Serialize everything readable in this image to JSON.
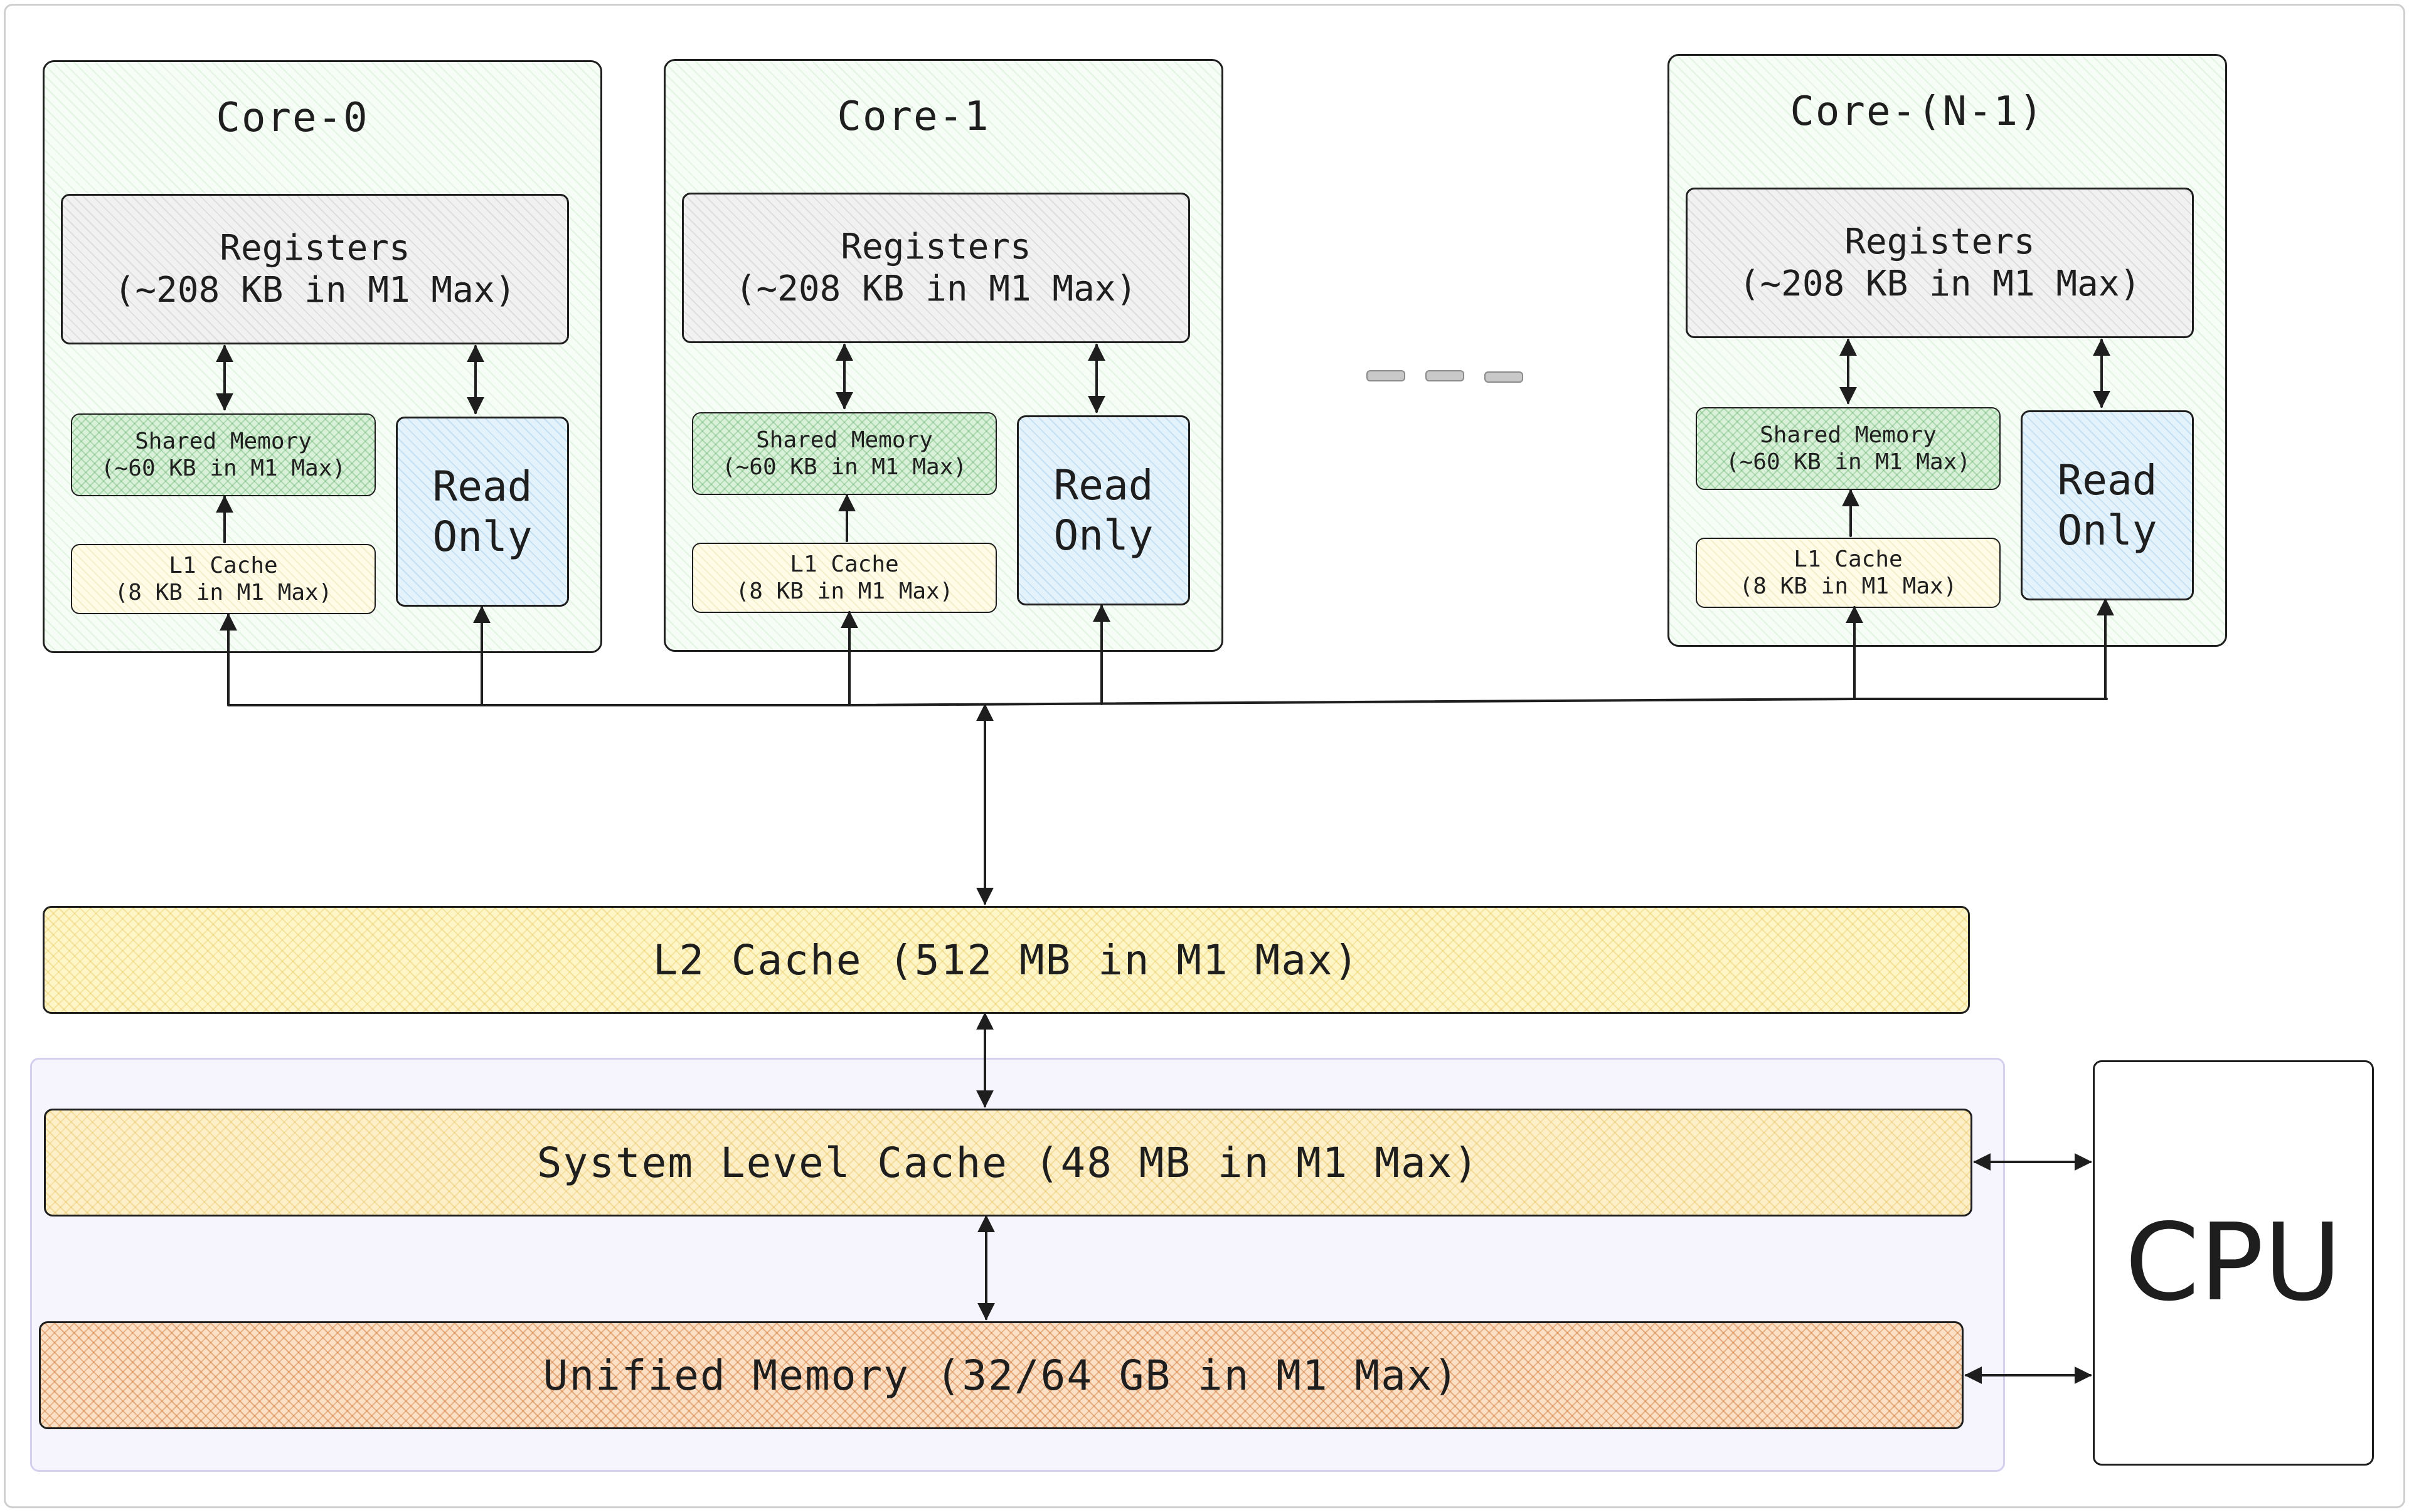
{
  "cores": [
    {
      "title": "Core-0",
      "registers": [
        "Registers",
        "(~208 KB in M1 Max)"
      ],
      "shared_memory": [
        "Shared Memory",
        "(~60 KB in M1 Max)"
      ],
      "l1_cache": [
        "L1 Cache",
        "(8 KB in M1 Max)"
      ],
      "read_only": [
        "Read",
        "Only"
      ]
    },
    {
      "title": "Core-1",
      "registers": [
        "Registers",
        "(~208 KB in M1 Max)"
      ],
      "shared_memory": [
        "Shared Memory",
        "(~60 KB in M1 Max)"
      ],
      "l1_cache": [
        "L1 Cache",
        "(8 KB in M1 Max)"
      ],
      "read_only": [
        "Read",
        "Only"
      ]
    },
    {
      "title": "Core-(N-1)",
      "registers": [
        "Registers",
        "(~208 KB in M1 Max)"
      ],
      "shared_memory": [
        "Shared Memory",
        "(~60 KB in M1 Max)"
      ],
      "l1_cache": [
        "L1 Cache",
        "(8 KB in M1 Max)"
      ],
      "read_only": [
        "Read",
        "Only"
      ]
    }
  ],
  "l2_cache": "L2 Cache (512 MB in M1 Max)",
  "system_level_cache": "System Level Cache (48 MB in M1 Max)",
  "unified_memory": "Unified Memory (32/64 GB in M1 Max)",
  "cpu": "CPU",
  "colors": {
    "stroke": "#1e1e1e",
    "core_fill": "#f6fcf6",
    "registers_fill": "#f1f1f1",
    "shared_memory_fill": "#d9f0d9",
    "l1_fill": "#fffbe6",
    "read_only_fill": "#e3f2fb",
    "l2_fill": "#fff6c8",
    "slc_fill": "#fdf0c8",
    "unified_memory_fill": "#fbe0c6",
    "memory_group_fill": "#f6f4fd"
  }
}
